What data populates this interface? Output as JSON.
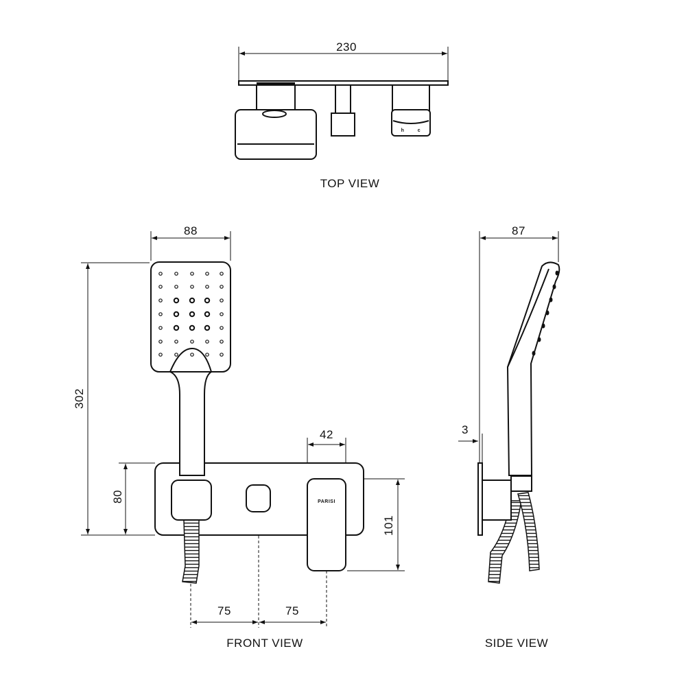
{
  "views": {
    "top": {
      "label": "TOP VIEW",
      "width_dim": "230",
      "handle_marks": {
        "hot": "h",
        "cold": "c"
      }
    },
    "front": {
      "label": "FRONT VIEW",
      "head_width_dim": "88",
      "total_height_dim": "302",
      "plate_height_dim": "80",
      "lever_width_dim": "42",
      "lever_height_dim": "101",
      "spacing_left_dim": "75",
      "spacing_right_dim": "75",
      "brand": "PARISI"
    },
    "side": {
      "label": "SIDE VIEW",
      "depth_dim": "87",
      "plate_thickness_dim": "3"
    }
  }
}
